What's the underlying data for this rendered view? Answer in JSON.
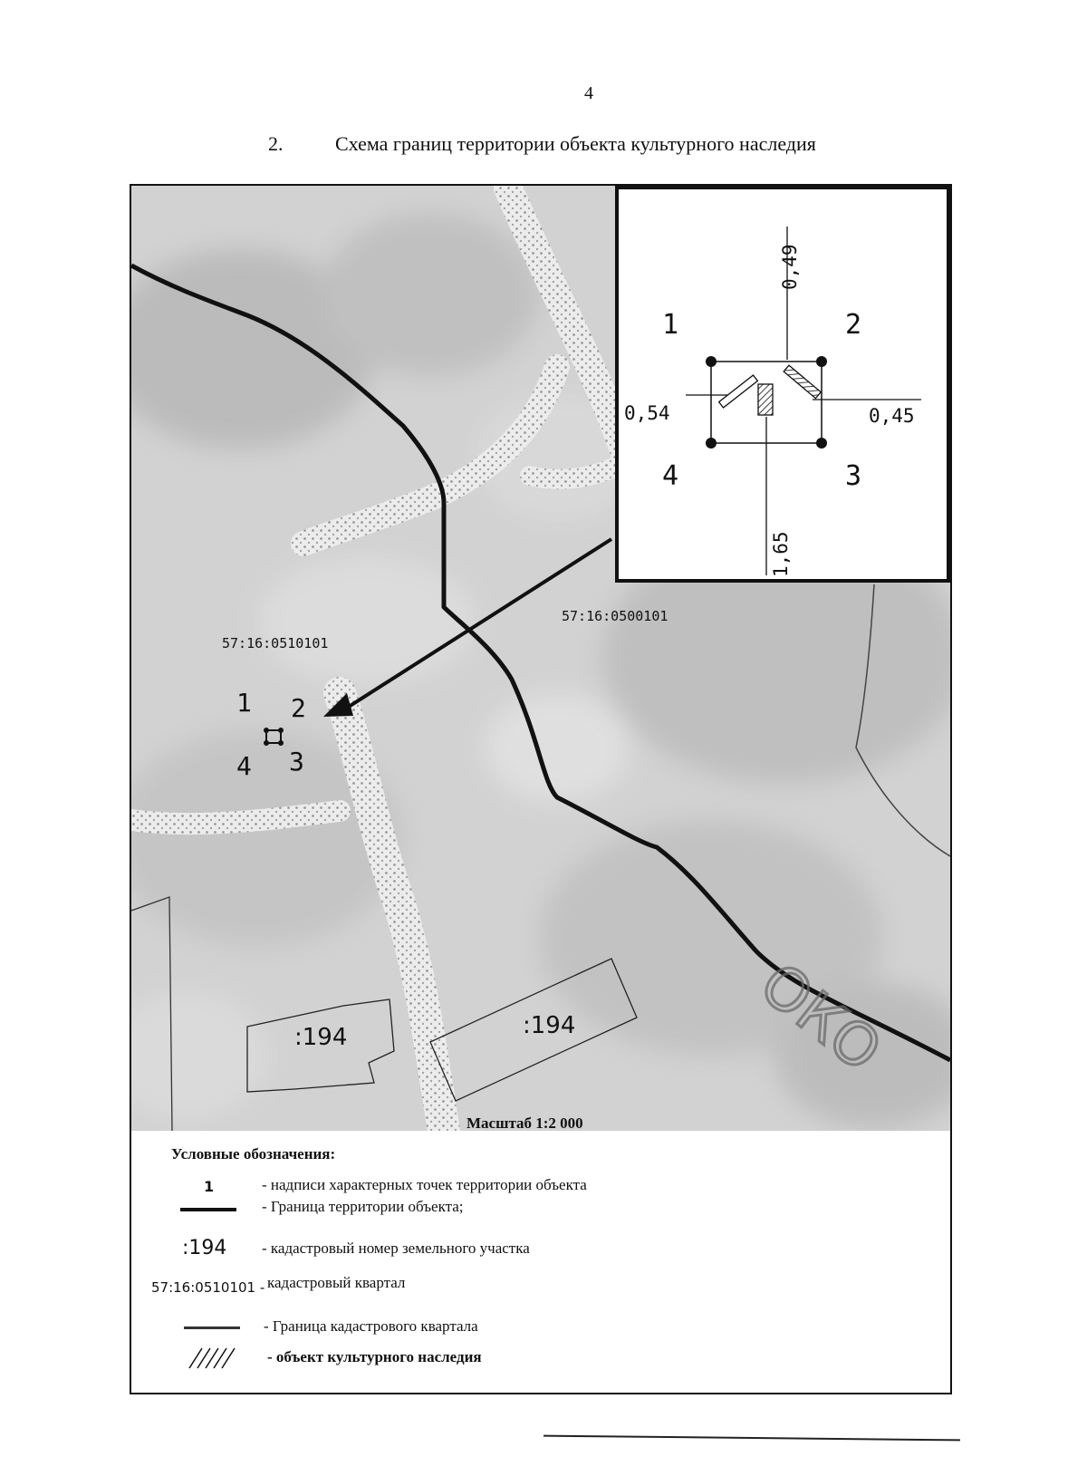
{
  "page_number": "4",
  "heading": {
    "number": "2.",
    "title": "Схема границ территории объекта культурного наследия"
  },
  "map": {
    "scale_label": "Масштаб 1:2 000",
    "quarter_labels": [
      "57:16:0510101",
      "57:16:0500101"
    ],
    "parcel_labels": [
      ":194",
      ":194"
    ],
    "river_label": "ОКО",
    "point_labels": [
      "1",
      "2",
      "3",
      "4"
    ],
    "colors": {
      "boundary": "#111111",
      "background": "#c9c9c9",
      "road": "#e8e8e8"
    }
  },
  "inset": {
    "point_labels": [
      "1",
      "2",
      "3",
      "4"
    ],
    "dimensions": [
      "0,49",
      "0,54",
      "0,45",
      "1,65"
    ]
  },
  "legend": {
    "title": "Условные обозначения:",
    "items": [
      {
        "symbol": "1",
        "text": "- надписи характерных точек территории объекта"
      },
      {
        "symbol": "",
        "text": "- Граница территории объекта;"
      },
      {
        "symbol": ":194",
        "text": "-  кадастровый номер земельного участка"
      },
      {
        "symbol": "57:16:0510101 -",
        "text": "кадастровый квартал"
      },
      {
        "symbol": "",
        "text": "- Граница кадастрового квартала"
      },
      {
        "symbol": "hatch-icon",
        "text": "- объект культурного наследия"
      }
    ]
  }
}
